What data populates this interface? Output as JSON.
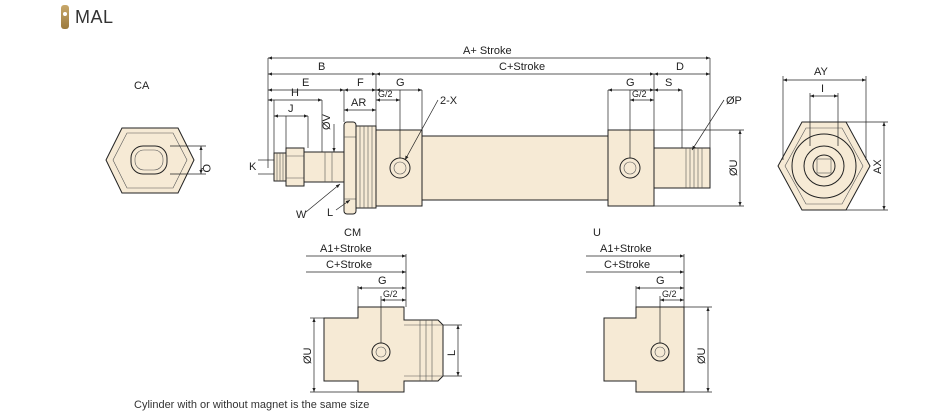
{
  "header": {
    "title": "MAL"
  },
  "views": {
    "end_view_rod": "CA",
    "variant_cm": "CM",
    "variant_u": "U"
  },
  "dimensions": {
    "a_stroke": "A+ Stroke",
    "c_stroke": "C+Stroke",
    "b": "B",
    "d": "D",
    "e": "E",
    "f": "F",
    "g": "G",
    "g2": "G/2",
    "h": "H",
    "j": "J",
    "ar": "AR",
    "two_x": "2-X",
    "s": "S",
    "dia_p": "ØP",
    "dia_v": "ØV",
    "dia_u": "ØU",
    "k": "K",
    "w": "W",
    "l": "L",
    "q": "Q",
    "ay": "AY",
    "i": "I",
    "ax": "AX",
    "a1_stroke": "A1+Stroke"
  },
  "footer": {
    "note": "Cylinder with or without magnet is the same size"
  },
  "colors": {
    "body_fill": "#f6ead5",
    "badge": "#b8965a",
    "line": "#222222"
  }
}
